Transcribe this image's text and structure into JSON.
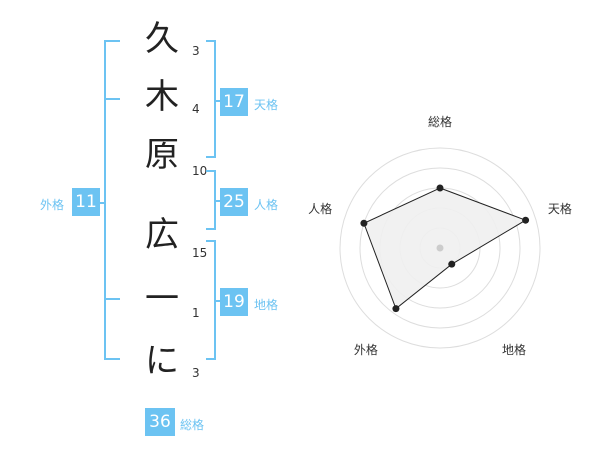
{
  "name": {
    "characters": [
      {
        "char": "久",
        "strokes": "3"
      },
      {
        "char": "木",
        "strokes": "4"
      },
      {
        "char": "原",
        "strokes": "10"
      },
      {
        "char": "広",
        "strokes": "15"
      },
      {
        "char": "一",
        "strokes": "1"
      },
      {
        "char": "に",
        "strokes": "3"
      }
    ]
  },
  "kaku": {
    "tenkaku": {
      "value": "17",
      "label": "天格"
    },
    "jinkaku": {
      "value": "25",
      "label": "人格"
    },
    "chikaku": {
      "value": "19",
      "label": "地格"
    },
    "gaikaku": {
      "value": "11",
      "label": "外格"
    },
    "soukaku": {
      "value": "36",
      "label": "総格"
    }
  },
  "colors": {
    "accent": "#6cc3f2",
    "radar_fill": "#f0f0f0",
    "radar_ring": "#dddddd",
    "radar_line": "#222222"
  },
  "chart_data": {
    "type": "radar",
    "axes": [
      "総格",
      "天格",
      "地格",
      "外格",
      "人格"
    ],
    "values": [
      0.6,
      0.9,
      0.2,
      0.75,
      0.8
    ],
    "range": [
      0,
      1
    ],
    "rings": 5
  }
}
